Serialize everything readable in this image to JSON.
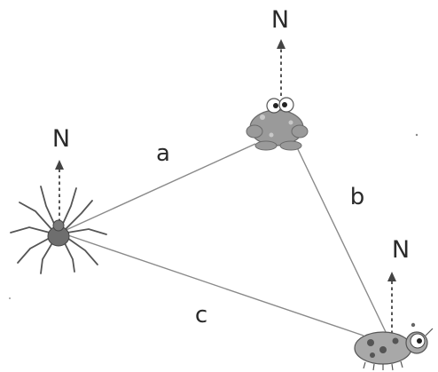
{
  "diagram": {
    "north_label": "N",
    "sides": {
      "a": "a",
      "b": "b",
      "c": "c"
    },
    "figures": {
      "left": "spider",
      "top": "frog",
      "bottom_right": "ladybug"
    },
    "colors": {
      "line": "#8a8a8a",
      "arrow": "#444444",
      "frog": "#9a9a9a",
      "spider": "#6e6e6e",
      "ladybug": "#a8a8a8"
    }
  }
}
